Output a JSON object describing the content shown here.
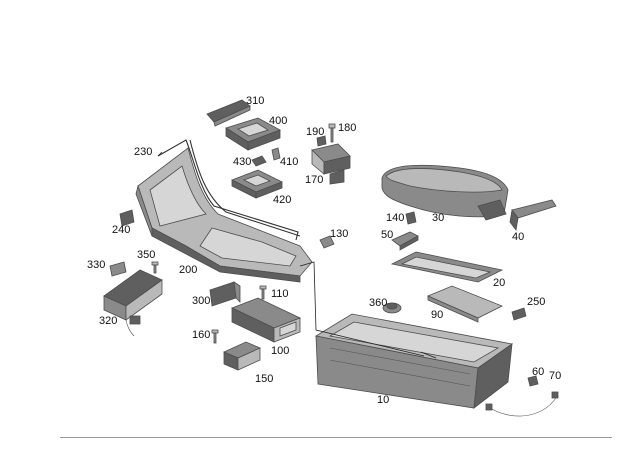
{
  "labels": {
    "p310": "310",
    "p400": "400",
    "p190": "190",
    "p180": "180",
    "p230": "230",
    "p430": "430",
    "p410": "410",
    "p170": "170",
    "p420": "420",
    "p140": "140",
    "p30": "30",
    "p40": "40",
    "p240": "240",
    "p130": "130",
    "p50": "50",
    "p350": "350",
    "p330": "330",
    "p200": "200",
    "p20": "20",
    "p300": "300",
    "p110": "110",
    "p360": "360",
    "p250": "250",
    "p320": "320",
    "p90": "90",
    "p160": "160",
    "p100": "100",
    "p150": "150",
    "p60": "60",
    "p70": "70",
    "p10": "10"
  },
  "colors": {
    "part_dark": "#5f5f5f",
    "part_mid": "#8a8a8a",
    "part_light": "#b9b9b9",
    "rule": "#9a9a9a"
  }
}
